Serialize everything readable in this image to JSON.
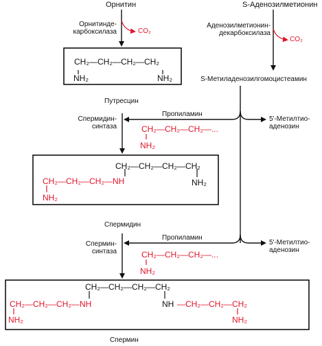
{
  "labels": {
    "ornithine": "Орнитин",
    "odc": "Орнитинде-\nкарбоксилаза",
    "co2": "CO₂",
    "sam": "S-Аденозилметионин",
    "samdc": "Аденозилметионин-\nдекарбоксилаза",
    "dcsam": "S-Метиладенозилгомоцистеамин",
    "putrescine": "Путресцин",
    "spd_synthase": "Спермидин-\nсинтаза",
    "propylamine": "Пропиламин",
    "mta": "5'-Метилтио-\nаденозин",
    "spermidine": "Спермидин",
    "spm_synthase": "Спермин-\nсинтаза",
    "spermine": "Спермин"
  },
  "formulas": {
    "putrescine_chain": "CH₂—CH₂—CH₂—CH₂",
    "nh2": "NH₂",
    "propyl_chain": "CH₂—CH₂—CH₂—...",
    "spd_chain_top": "CH₂—CH₂—CH₂—CH₂",
    "spd_left": "CH₂—CH₂—CH₂—NH",
    "spm_chain_top": "CH₂—CH₂—CH₂—CH₂",
    "spm_left": "CH₂—CH₂—CH₂—NH",
    "nh": "NH",
    "spm_right_red": "—CH₂—CH₂—CH₂"
  },
  "colors": {
    "red": "#e0162b",
    "black": "#111111"
  }
}
